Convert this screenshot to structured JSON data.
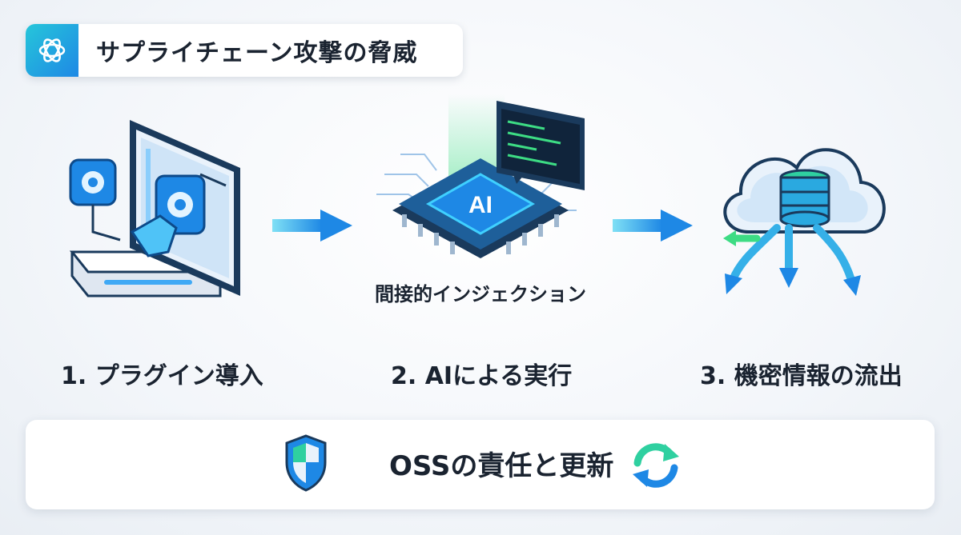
{
  "title": "サプライチェーン攻撃の脅威",
  "steps": [
    {
      "label": "1. プラグイン導入"
    },
    {
      "label": "2. AIによる実行",
      "sublabel": "間接的インジェクション",
      "chip_text": "AI"
    },
    {
      "label": "3. 機密情報の流出"
    }
  ],
  "footer": {
    "text": "OSSの責任と更新"
  },
  "icons": [
    "logo-icon",
    "gear-icon",
    "ai-chip-icon",
    "code-window-icon",
    "cloud-database-icon",
    "shield-icon",
    "refresh-icon"
  ],
  "colors": {
    "accent_blue": "#1e88e5",
    "accent_cyan": "#26c6da",
    "accent_green": "#3ddc84",
    "dark_navy": "#1a3a5c"
  }
}
